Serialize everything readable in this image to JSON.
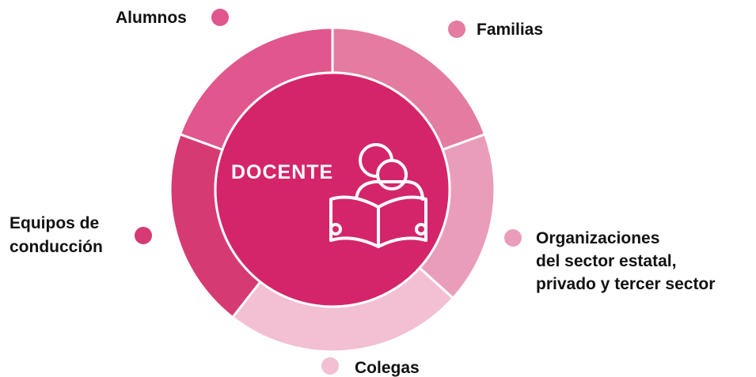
{
  "center": {
    "label": "DOCENTE",
    "icon": "teacher-reading-icon",
    "color": "#d4256a"
  },
  "segments": [
    {
      "id": "alumnos",
      "label_lines": [
        "Alumnos"
      ],
      "color": "#e0568d"
    },
    {
      "id": "familias",
      "label_lines": [
        "Familias"
      ],
      "color": "#e47ba1"
    },
    {
      "id": "organizaciones",
      "label_lines": [
        "Organizaciones",
        "del sector estatal,",
        "privado y tercer sector"
      ],
      "color": "#ea9dbb"
    },
    {
      "id": "colegas",
      "label_lines": [
        "Colegas"
      ],
      "color": "#f2bfd3"
    },
    {
      "id": "equipos",
      "label_lines": [
        "Equipos de",
        "conducción"
      ],
      "color": "#d63a73"
    }
  ]
}
